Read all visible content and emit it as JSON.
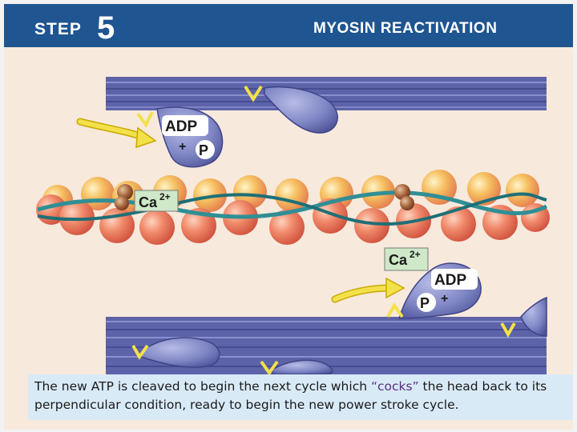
{
  "header": {
    "step_label": "STEP",
    "step_number": "5",
    "title": "MYOSIN REACTIVATION"
  },
  "diagram": {
    "labels": {
      "adp_top": "ADP",
      "p_top": "P",
      "plus_top": "+",
      "ca_left_base": "Ca",
      "ca_left_sup": "2+",
      "ca_right_base": "Ca",
      "ca_right_sup": "2+",
      "adp_bottom": "ADP",
      "p_bottom": "P",
      "plus_bottom": "+"
    },
    "colors": {
      "header_bg": "#1f5590",
      "filament": "#5d63a8",
      "myosin_head": "#7f86c4",
      "actin_bead": "#f08a6a",
      "actin_bead_alt": "#f6c060",
      "tropomyosin": "#2f8f95",
      "arrow": "#f2e14a",
      "label_box": "#cfe8c8",
      "background": "#f7e9dc",
      "caption_bg": "#d9eaf7"
    }
  },
  "caption": {
    "before": "The new ATP is cleaved to begin the next cycle which ",
    "highlight": "“cocks”",
    "after": " the head back to its perpendicular condition, ready to begin the new power stroke cycle."
  }
}
